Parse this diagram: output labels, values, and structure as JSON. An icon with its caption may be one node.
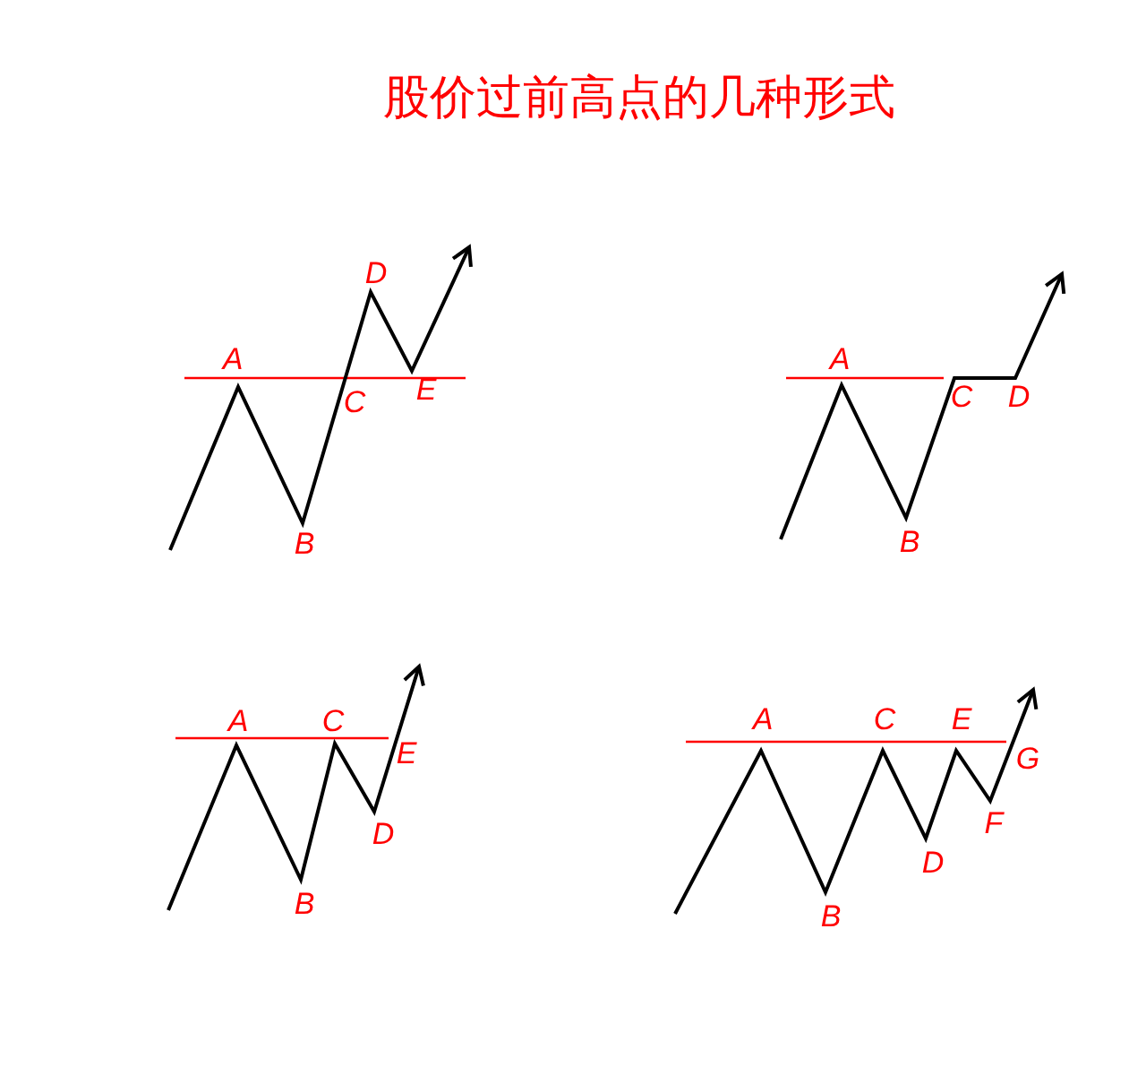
{
  "diagram": {
    "title": "股价过前高点的几种形式",
    "labels": [
      "A",
      "B",
      "C",
      "D",
      "E",
      "A",
      "B",
      "C",
      "D",
      "A",
      "B",
      "C",
      "D",
      "E",
      "A",
      "B",
      "C",
      "D",
      "E",
      "F",
      "G"
    ]
  }
}
